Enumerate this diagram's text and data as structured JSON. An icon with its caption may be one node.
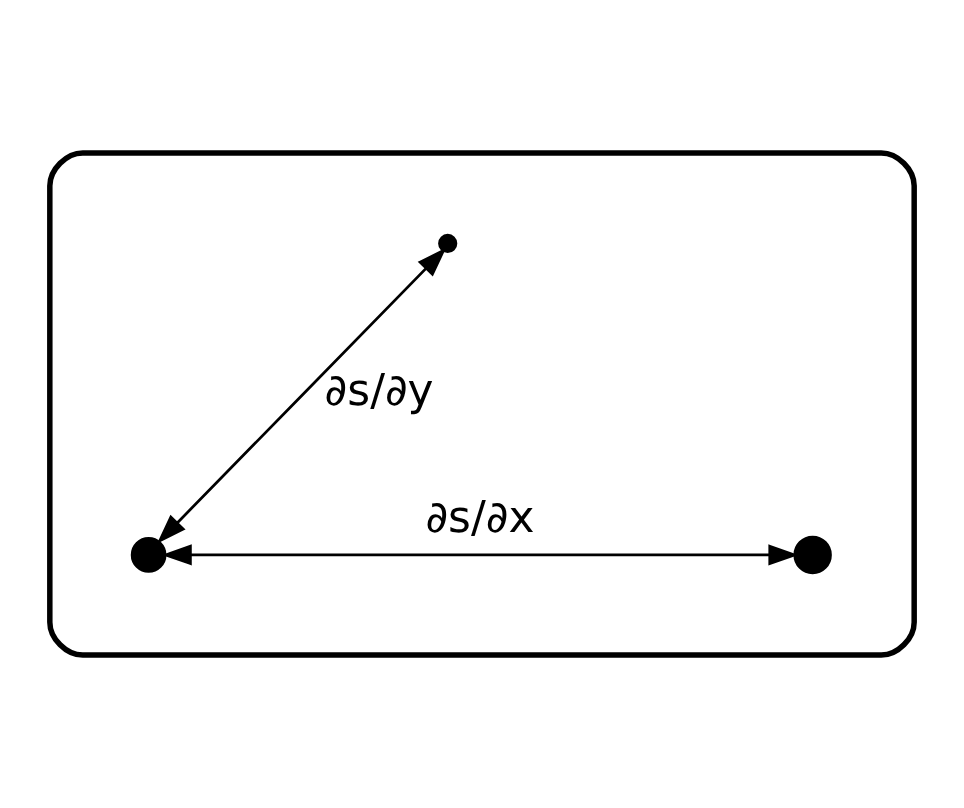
{
  "diagram": {
    "nodes": [
      {
        "text": [],
        "shape": "box"
      },
      {
        "text": [],
        "shape": "circle",
        "in": 0
      },
      {
        "text": [],
        "shape": "circle",
        "in": 0
      },
      {
        "text": [],
        "shape": "circle",
        "in": 0
      }
    ],
    "edges": [
      {
        "from": 1,
        "to": 2,
        "arrow": "both",
        "label": "∂s/∂y"
      },
      {
        "from": 2,
        "to": 3,
        "arrow": "both",
        "label": "∂s/∂x"
      }
    ]
  }
}
